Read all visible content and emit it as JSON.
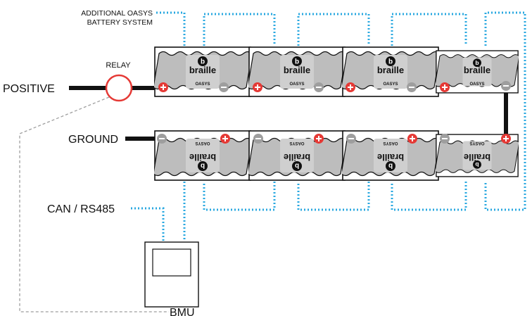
{
  "labels": {
    "additional_line1": "ADDITIONAL OASYS",
    "additional_line2": "BATTERY SYSTEM",
    "relay": "RELAY",
    "positive": "POSITIVE",
    "ground": "GROUND",
    "can": "CAN / RS485",
    "bmu": "BMU"
  },
  "battery": {
    "brand": "braille",
    "model": "OASYS"
  },
  "colors": {
    "cable": "#111111",
    "data_link": "#29a8e0",
    "battery_body": "#bdbdbd",
    "terminal_positive": "#e53935",
    "terminal_negative": "#9e9e9e",
    "control_wire": "#9e9e9e"
  }
}
